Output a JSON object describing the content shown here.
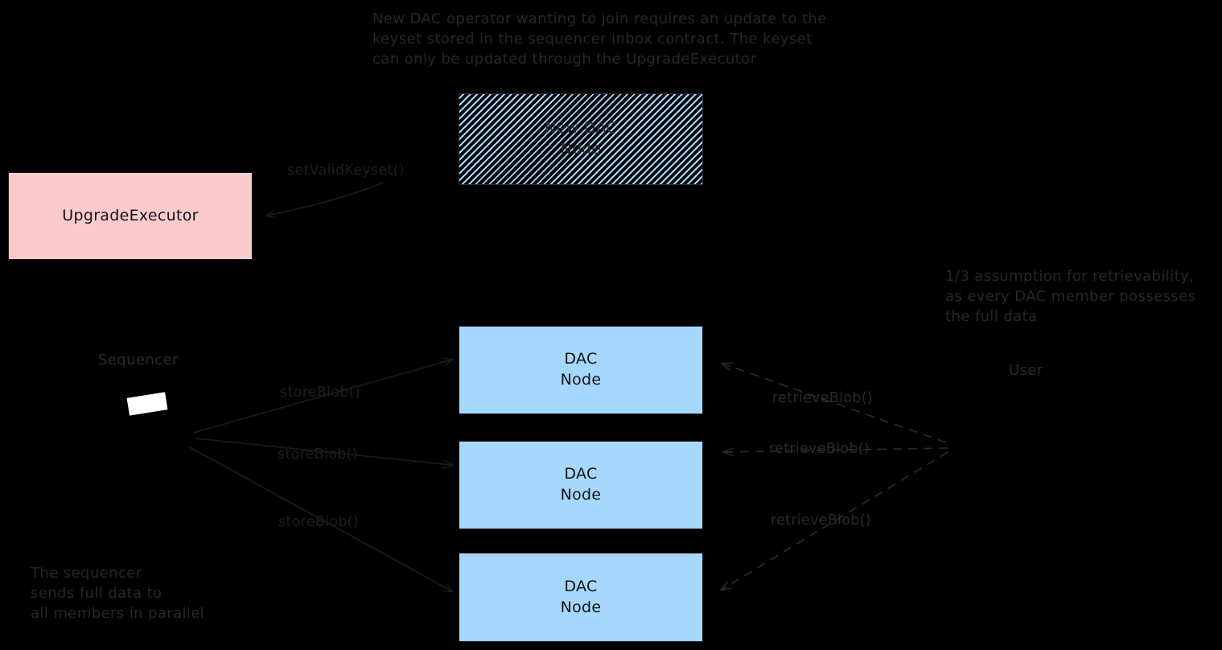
{
  "diagram": {
    "title_annotation": "New DAC operator wanting to join requires an update to the\nkeyset stored in the sequencer inbox contract. The keyset\ncan only be updated through the UpgradeExecutor",
    "retrievability_annotation": "1/3 assumption for retrievability,\nas every DAC member possesses\nthe full data",
    "sequencer_annotation": "The sequencer\nsends full data to\nall members in parallel",
    "actors": {
      "sequencer_label": "Sequencer",
      "user_label": "User"
    },
    "nodes": [
      {
        "id": "new-dac-node",
        "line1": "New DAC",
        "line2": "Node",
        "style": "hatched"
      },
      {
        "id": "upgrade-executor",
        "line1": "UpgradeExecutor",
        "line2": "",
        "style": "pink"
      },
      {
        "id": "dac-node-1",
        "line1": "DAC",
        "line2": "Node",
        "style": "blue"
      },
      {
        "id": "dac-node-2",
        "line1": "DAC",
        "line2": "Node",
        "style": "blue"
      },
      {
        "id": "dac-node-3",
        "line1": "DAC",
        "line2": "Node",
        "style": "blue"
      }
    ],
    "edges": [
      {
        "id": "set-valid-keyset",
        "label": "setValidKeyset()",
        "style": "solid"
      },
      {
        "id": "store-blob-1",
        "label": "storeBlob()",
        "style": "solid"
      },
      {
        "id": "store-blob-2",
        "label": "storeBlob()",
        "style": "solid"
      },
      {
        "id": "store-blob-3",
        "label": "storeBlob()",
        "style": "solid"
      },
      {
        "id": "retrieve-blob-1",
        "label": "retrieveBlob()",
        "style": "dashed"
      },
      {
        "id": "retrieve-blob-2",
        "label": "retrieveBlob()",
        "style": "dashed"
      },
      {
        "id": "retrieve-blob-3",
        "label": "retrieveBlob()",
        "style": "dashed"
      }
    ],
    "colors": {
      "background": "#000000",
      "dac_node_fill": "#a6d8fd",
      "upgrade_executor_fill": "#fbcbcb",
      "hatch_stroke": "#a6d8fd",
      "arrow_stroke": "#1a1a1a",
      "text": "#272727"
    }
  }
}
